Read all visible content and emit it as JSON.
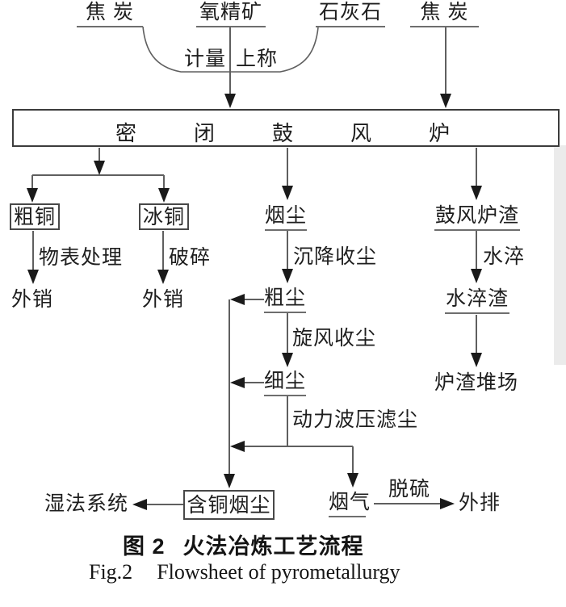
{
  "figure": {
    "sources": {
      "coke_left": "焦 炭",
      "oxygen_concentrate": "氧精矿",
      "limestone": "石灰石",
      "coke_right": "焦 炭"
    },
    "weighing": {
      "metering": "计量",
      "weighing_up": "上称"
    },
    "furnace_label": "密闭鼓风炉",
    "products": {
      "crude_copper": "粗铜",
      "matte": "冰铜",
      "flue_dust": "烟尘",
      "blast_furnace_slag": "鼓风炉渣"
    },
    "process_labels": {
      "surface_treatment": "物表处理",
      "crushing": "破碎",
      "settling_collection": "沉降收尘",
      "cyclone_collection": "旋风收尘",
      "water_quenching": "水淬",
      "dynawave_filter": "动力波压滤尘",
      "desulfurization": "脱硫"
    },
    "intermediates": {
      "coarse_dust": "粗尘",
      "fine_dust": "细尘",
      "quenched_slag": "水淬渣"
    },
    "outputs": {
      "export_left": "外销",
      "export_right": "外销",
      "slag_yard": "炉渣堆场",
      "wet_process_system": "湿法系统",
      "copper_bearing_dust": "含铜烟尘",
      "flue_gas": "烟气",
      "discharge": "外排"
    }
  },
  "caption": {
    "zh_label": "图 2",
    "zh_title": "火法冶炼工艺流程",
    "en_label": "Fig.2",
    "en_title": "Flowsheet of pyrometallurgy"
  },
  "colors": {
    "background": "#ffffff",
    "line": "#5f5f5f",
    "arrowhead": "#1a1a1a",
    "text": "#1e1e1e",
    "box_border": "#3c3c3c",
    "underline": "#6e6e6e",
    "scan_artifact": "#ebebeb"
  }
}
